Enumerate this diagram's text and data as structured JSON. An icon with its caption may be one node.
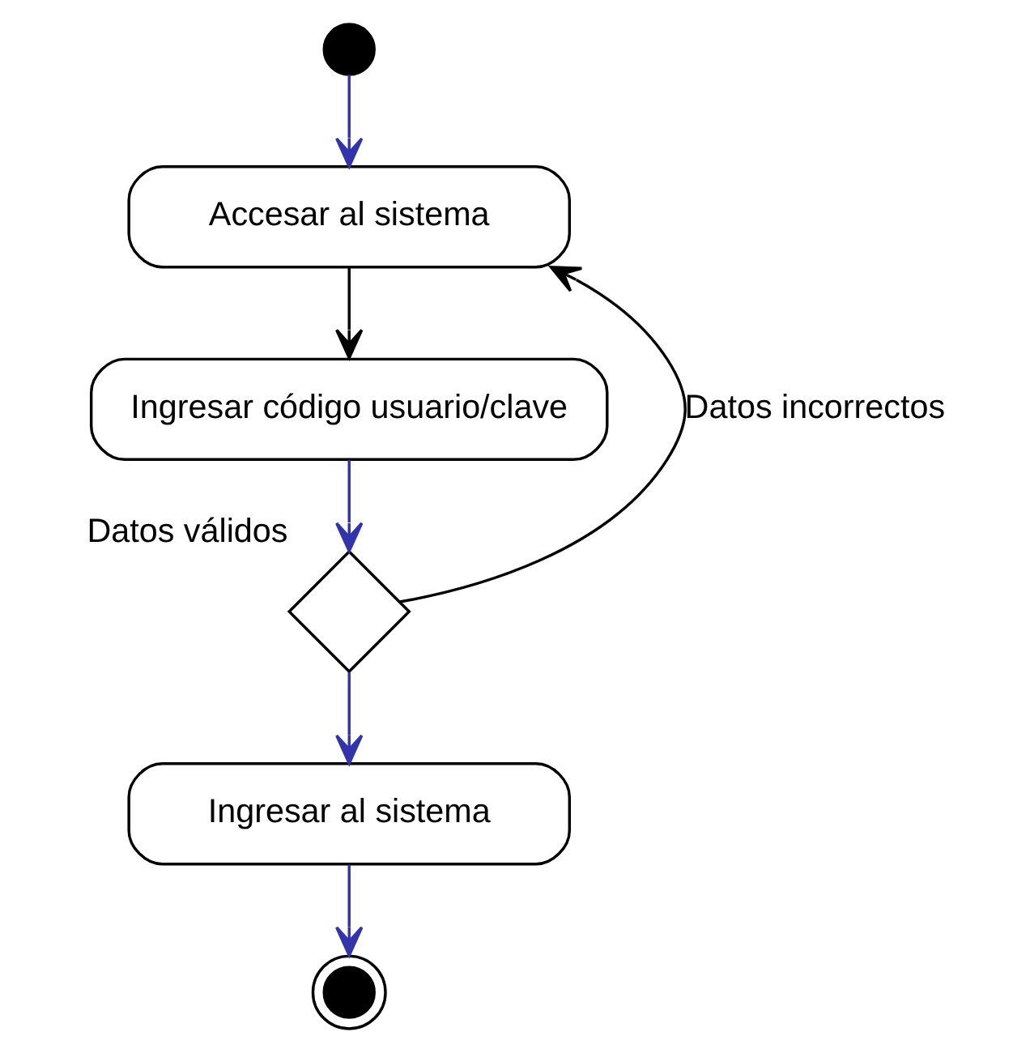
{
  "diagram": {
    "nodes": [
      {
        "text": [],
        "shape": "circle"
      },
      {
        "text": [
          "Accesar al sistema"
        ]
      },
      {
        "text": [
          "Ingresar código usuario/clave"
        ]
      },
      {
        "text": [],
        "shape": "diamond",
        "beside": [
          "Datos válidos"
        ]
      },
      {
        "text": [
          "Ingresar al sistema"
        ]
      },
      {
        "text": [],
        "shape": "circle"
      }
    ],
    "edges": [
      {
        "from": 0,
        "to": 1,
        "arrow": "to"
      },
      {
        "from": 1,
        "to": 2,
        "arrow": "to",
        "color": "#000000"
      },
      {
        "from": 2,
        "to": 3,
        "arrow": "to"
      },
      {
        "from": 3,
        "to": 1,
        "arrow": "to",
        "label": "Datos incorrectos",
        "color": "#000000"
      },
      {
        "from": 3,
        "to": 4,
        "arrow": "to"
      },
      {
        "from": 4,
        "to": 5,
        "arrow": "to"
      }
    ]
  }
}
